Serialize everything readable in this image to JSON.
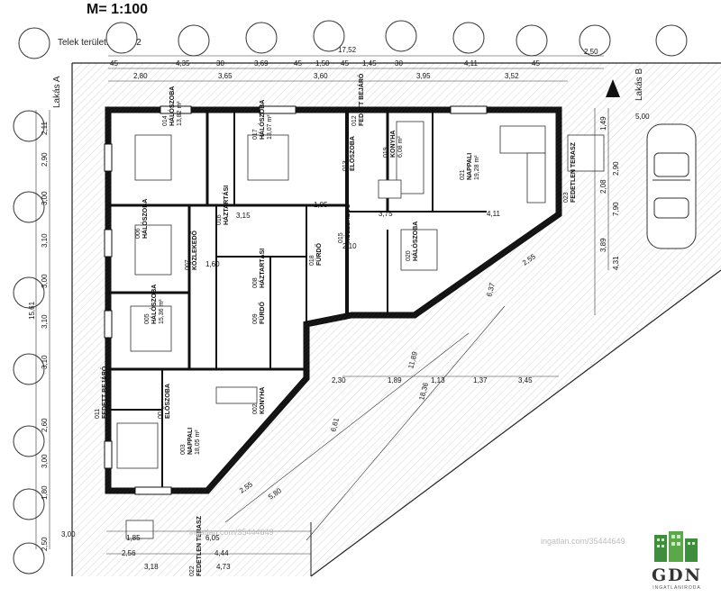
{
  "header": {
    "scale": "M= 1:100",
    "plot_area": "Telek terület: 538 m2"
  },
  "labels": {
    "unit_a": "Lakás A",
    "unit_b": "Lakás B",
    "width_top": "17,52"
  },
  "watermark": "ingatlan.com/35444649",
  "logo": {
    "name": "GDN",
    "tagline": "INGATLANIRODA"
  },
  "rooms": [
    {
      "id": "r014",
      "code": "014",
      "name": "HÁLÓSZOBA",
      "area": "13,82 m²"
    },
    {
      "id": "r017",
      "code": "017",
      "name": "HÁLÓSZOBA",
      "area": "13,07 m²"
    },
    {
      "id": "r006",
      "code": "006",
      "name": "HÁLÓSZOBA",
      "area": ""
    },
    {
      "id": "r005",
      "code": "005",
      "name": "HÁLÓSZOBA",
      "area": "15,36 m²"
    },
    {
      "id": "r016",
      "code": "016",
      "name": "HÁZTARTÁSI",
      "area": ""
    },
    {
      "id": "r008",
      "code": "008",
      "name": "HÁZTARTÁSI",
      "area": ""
    },
    {
      "id": "r007",
      "code": "007",
      "name": "KÖZLEKEDŐ",
      "area": ""
    },
    {
      "id": "r009",
      "code": "009",
      "name": "FÜRDŐ",
      "area": ""
    },
    {
      "id": "r018",
      "code": "018",
      "name": "FÜRDŐ",
      "area": ""
    },
    {
      "id": "r015",
      "code": "015",
      "name": "KÖZLEKEDŐ",
      "area": ""
    },
    {
      "id": "r012",
      "code": "012",
      "name": "FEDETT BEJÁRÓ",
      "area": ""
    },
    {
      "id": "r013",
      "code": "013",
      "name": "ELŐSZOBA",
      "area": ""
    },
    {
      "id": "r019",
      "code": "019",
      "name": "KONYHA",
      "area": "6,08 m²"
    },
    {
      "id": "r021",
      "code": "021",
      "name": "NAPPALI",
      "area": "19,28 m²"
    },
    {
      "id": "r020",
      "code": "020",
      "name": "HÁLÓSZOBA",
      "area": ""
    },
    {
      "id": "r023",
      "code": "023",
      "name": "FEDETLEN TERASZ",
      "area": ""
    },
    {
      "id": "r011",
      "code": "011",
      "name": "FEDETT BEJÁRÓ",
      "area": ""
    },
    {
      "id": "r001",
      "code": "001",
      "name": "ELŐSZOBA",
      "area": ""
    },
    {
      "id": "r002",
      "code": "002",
      "name": "KONYHA",
      "area": ""
    },
    {
      "id": "r003",
      "code": "003",
      "name": "NAPPALI",
      "area": "18,05 m²"
    },
    {
      "id": "r022",
      "code": "022",
      "name": "FEDETLEN TERASZ",
      "area": ""
    }
  ],
  "dims": {
    "top1": [
      "45",
      "4,35",
      "30",
      "3,69",
      "45",
      "1,50",
      "45",
      "1,45",
      "30",
      "4,11",
      "45"
    ],
    "top2": [
      "2,80",
      "3,65",
      "3,60",
      "3,95",
      "3,52"
    ],
    "top_right": "2,50",
    "left": [
      "2,11",
      "2,90",
      "3,00",
      "3,10",
      "3,00",
      "3,10",
      "3,10",
      "2,60",
      "3,00",
      "1,80",
      "2,50"
    ],
    "left_total": "15,61",
    "right": [
      "1,49",
      "2,90",
      "2,08",
      "7,90",
      "3,89",
      "4,31"
    ],
    "right_width": "5,00",
    "mid": [
      "3,15",
      "1,05",
      "3,75",
      "4,11",
      "2,10",
      "1,60"
    ],
    "bottom1": [
      "2,30",
      "1,89",
      "1,13",
      "1,37",
      "3,45"
    ],
    "bottom_long": [
      "11,89",
      "18,36",
      "6,61",
      "6,37",
      "5,80",
      "2,55",
      "2,55"
    ],
    "bottom_left": [
      "3,00",
      "1,85",
      "2,56",
      "3,18",
      "4,44",
      "4,73",
      "6,05"
    ]
  }
}
